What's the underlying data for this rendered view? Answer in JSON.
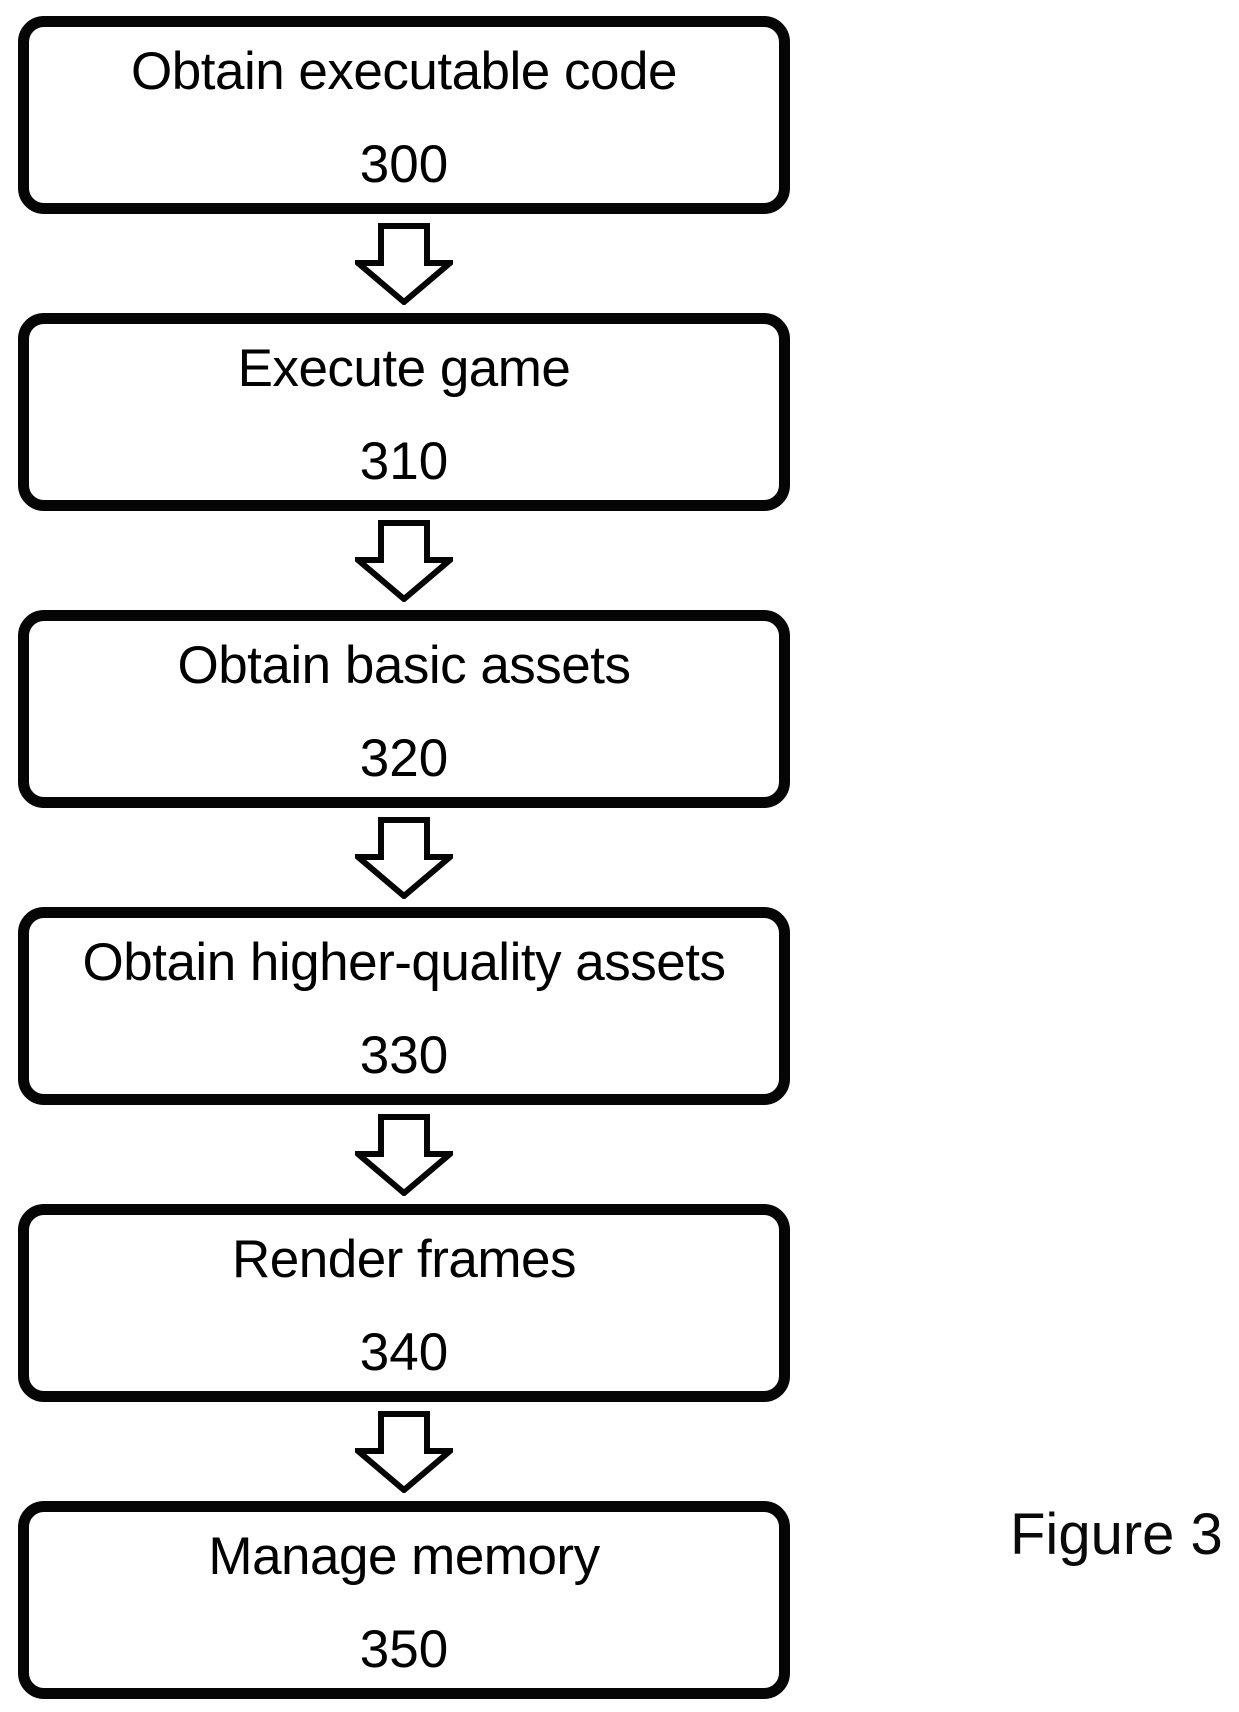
{
  "figure_label": "Figure 3",
  "flow": {
    "connector": "down-block-arrow",
    "steps": [
      {
        "label": "Obtain executable code",
        "ref": "300"
      },
      {
        "label": "Execute game",
        "ref": "310"
      },
      {
        "label": "Obtain basic assets",
        "ref": "320"
      },
      {
        "label": "Obtain higher-quality assets",
        "ref": "330"
      },
      {
        "label": "Render frames",
        "ref": "340"
      },
      {
        "label": "Manage memory",
        "ref": "350"
      }
    ]
  },
  "colors": {
    "ink": "#000000",
    "background": "#ffffff"
  }
}
